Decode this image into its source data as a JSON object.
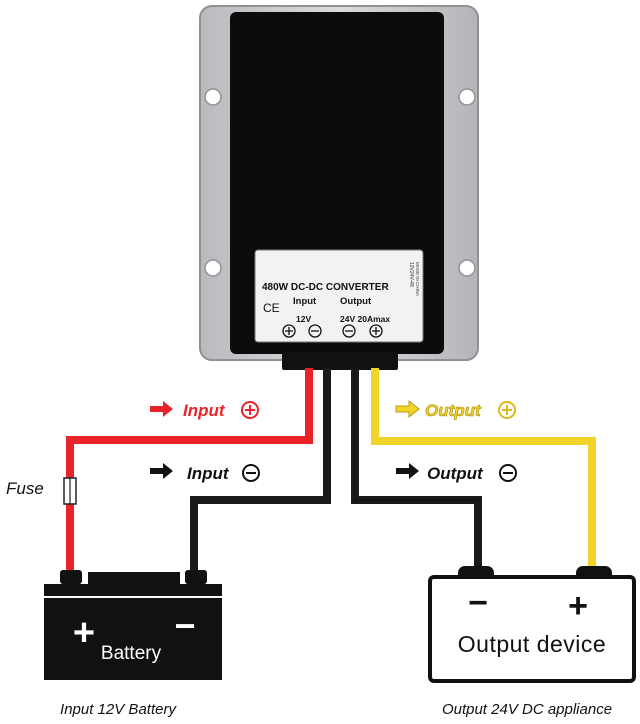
{
  "converter": {
    "title": "480W DC-DC CONVERTER",
    "input_header": "Input",
    "output_header": "Output",
    "input_voltage": "12V",
    "output_rating": "24V 20Amax",
    "ce_mark": "CE",
    "side_code": "12V24V-48",
    "side_country": "MADE IN CHINA"
  },
  "wires": {
    "input_positive": "Input",
    "input_negative": "Input",
    "output_positive": "Output",
    "output_negative": "Output"
  },
  "fuse_label": "Fuse",
  "battery": {
    "label": "Battery",
    "plus": "+",
    "minus": "−"
  },
  "output_device": {
    "label": "Output device",
    "plus": "+",
    "minus": "−"
  },
  "captions": {
    "battery": "Input 12V Battery",
    "appliance": "Output 24V DC appliance"
  },
  "colors": {
    "positive_input_wire": "#e8232a",
    "negative_wire": "#1a1a1a",
    "positive_output_wire": "#f2d32a",
    "housing": "#c9cbce",
    "label_plate": "#f2f2f2"
  },
  "icons": [
    "arrow-right-icon",
    "plus-circle-icon",
    "minus-circle-icon",
    "mounting-hole-icon",
    "fuse-icon"
  ]
}
